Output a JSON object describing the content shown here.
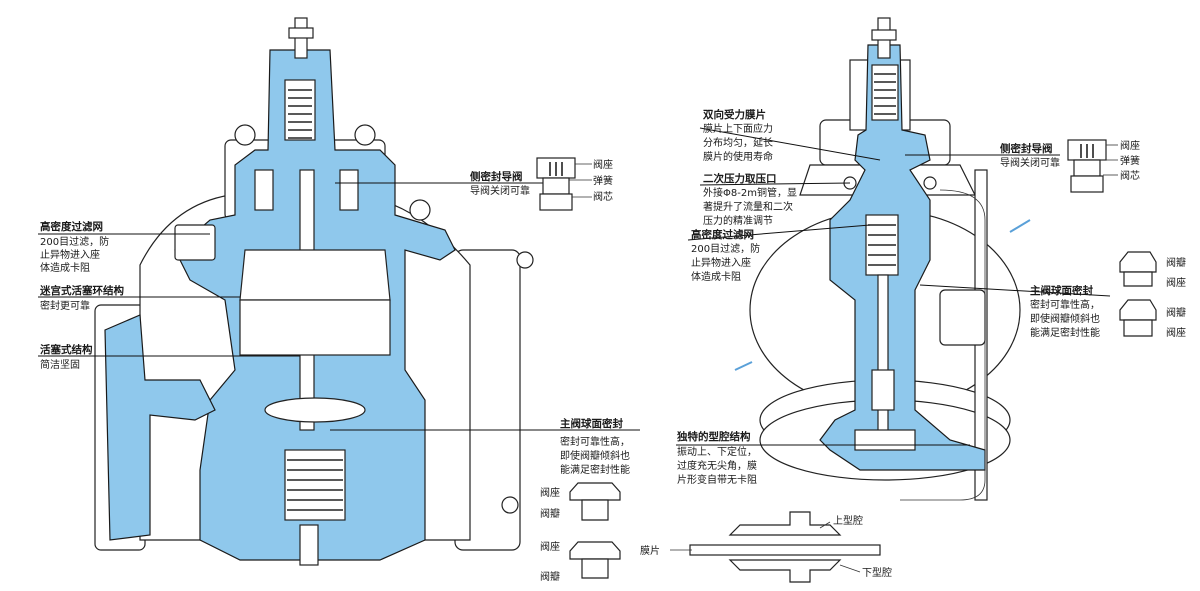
{
  "colors": {
    "fluid": "#8fc8ec",
    "line": "#1a1a1a",
    "background": "#ffffff"
  },
  "left": {
    "callouts": [
      {
        "title": "侧密封导阀",
        "text": [
          "导阀关闭可靠"
        ]
      },
      {
        "title": "高密度过滤网",
        "text": [
          "200目过滤，防",
          "止异物进入座",
          "体造成卡阻"
        ]
      },
      {
        "title": "迷宫式活塞环结构",
        "text": [
          "密封更可靠"
        ]
      },
      {
        "title": "活塞式结构",
        "text": [
          "简洁坚固"
        ]
      },
      {
        "title": "主阀球面密封",
        "text": [
          "密封可靠性高，",
          "即使阀瓣倾斜也",
          "能满足密封性能"
        ]
      }
    ],
    "pilot_detail": {
      "labels": [
        "阀座",
        "弹簧",
        "阀芯"
      ]
    },
    "seat_detail": {
      "labels": [
        "阀座",
        "阀瓣",
        "阀座",
        "阀瓣"
      ]
    }
  },
  "right": {
    "callouts": [
      {
        "title": "双向受力膜片",
        "text": [
          "膜片上下面应力",
          "分布均匀，延长",
          "膜片的使用寿命"
        ]
      },
      {
        "title": "二次压力取压口",
        "text": [
          "外接Φ8-2m铜管，显",
          "著提升了流量和二次",
          "压力的精准调节"
        ]
      },
      {
        "title": "高密度过滤网",
        "text": [
          "200目过滤，防",
          "止异物进入座",
          "体造成卡阻"
        ]
      },
      {
        "title": "侧密封导阀",
        "text": [
          "导阀关闭可靠"
        ]
      },
      {
        "title": "主阀球面密封",
        "text": [
          "密封可靠性高，",
          "即使阀瓣倾斜也",
          "能满足密封性能"
        ]
      },
      {
        "title": "独特的型腔结构",
        "text": [
          "振动上、下定位，",
          "过度充无尖角，膜",
          "片形变自带无卡阻"
        ]
      }
    ],
    "pilot_detail": {
      "labels": [
        "阀座",
        "弹簧",
        "阀芯"
      ]
    },
    "seat_detail": {
      "labels": [
        "阀瓣",
        "阀座",
        "阀瓣",
        "阀座"
      ]
    },
    "diaphragm_detail": {
      "labels": [
        "上型腔",
        "膜片",
        "下型腔"
      ]
    }
  }
}
